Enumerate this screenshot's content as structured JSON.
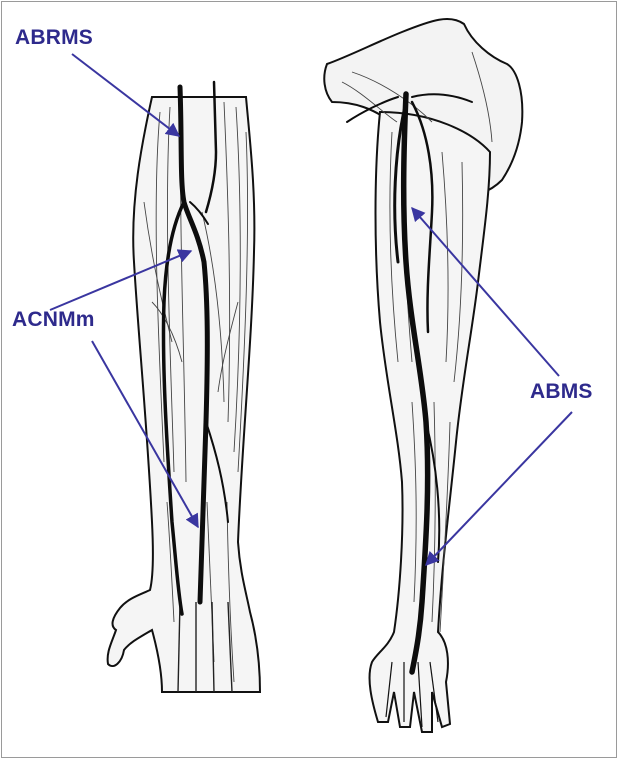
{
  "labels": {
    "abrms": "ABRMS",
    "acnmm": "ACNMm",
    "abms": "ABMS"
  },
  "colors": {
    "label": "#2e2a8c",
    "line": "#3a36a0",
    "ink": "#111111",
    "skin": "#f4f4f4"
  },
  "illustrations": [
    "forearm-anterior-view",
    "upper-limb-medial-view"
  ]
}
